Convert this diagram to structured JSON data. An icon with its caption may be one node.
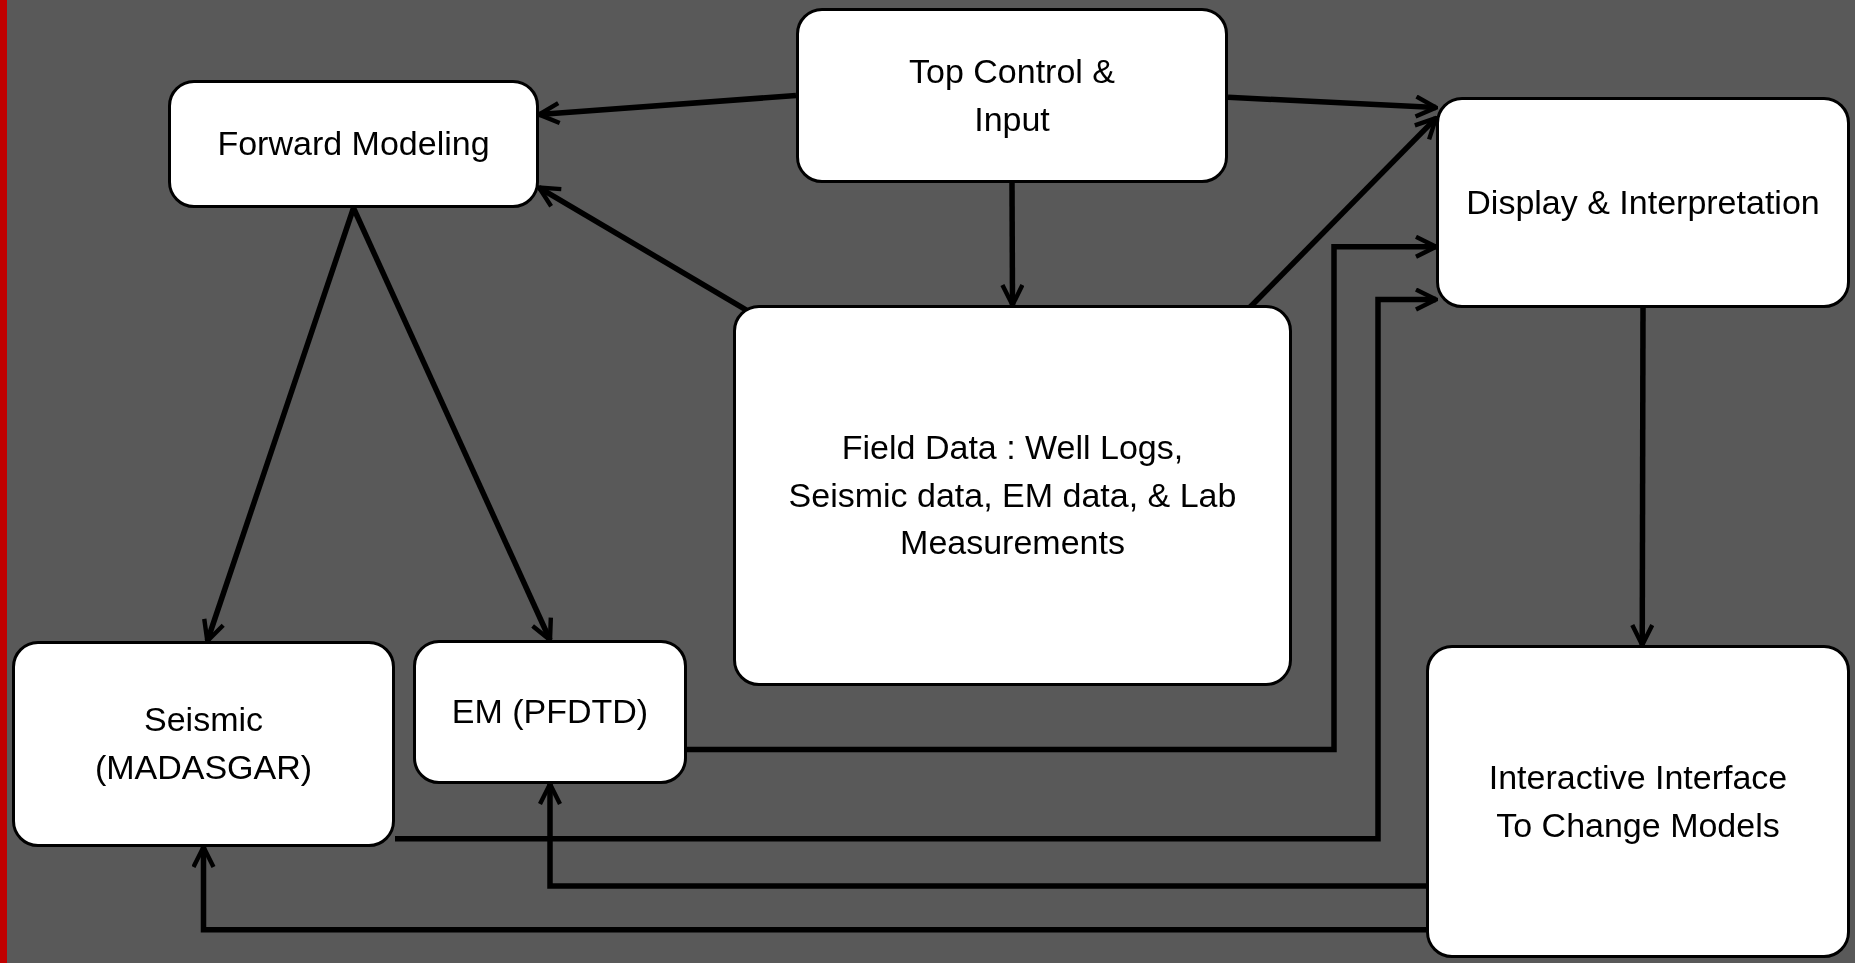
{
  "diagram": {
    "nodes": [
      {
        "text": [
          "Top Control & Input"
        ]
      },
      {
        "text": [
          "Forward Modeling"
        ]
      },
      {
        "text": [
          "Display & Interpretation"
        ]
      },
      {
        "text": [
          "Field Data : Well Logs, Seismic data, EM data, & Lab Measurements"
        ]
      },
      {
        "text": [
          "Seismic (MADASGAR)"
        ]
      },
      {
        "text": [
          "EM (PFDTD)"
        ]
      },
      {
        "text": [
          "Interactive Interface To Change Models"
        ]
      }
    ],
    "edges": [
      {
        "from": 0,
        "to": 1,
        "arrow": "to"
      },
      {
        "from": 0,
        "to": 2,
        "arrow": "to"
      },
      {
        "from": 0,
        "to": 3,
        "arrow": "to"
      },
      {
        "from": 3,
        "to": 1,
        "arrow": "to"
      },
      {
        "from": 3,
        "to": 2,
        "arrow": "to"
      },
      {
        "from": 1,
        "to": 4,
        "arrow": "to"
      },
      {
        "from": 1,
        "to": 5,
        "arrow": "to"
      },
      {
        "from": 5,
        "to": 2,
        "arrow": "to"
      },
      {
        "from": 4,
        "to": 2,
        "arrow": "to"
      },
      {
        "from": 2,
        "to": 6,
        "arrow": "to"
      },
      {
        "from": 6,
        "to": 5,
        "arrow": "to"
      },
      {
        "from": 6,
        "to": 4,
        "arrow": "to"
      }
    ]
  }
}
